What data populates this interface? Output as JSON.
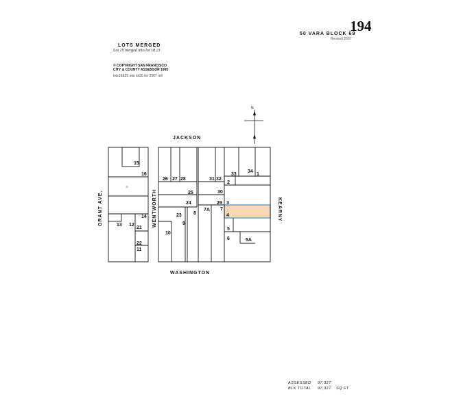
{
  "header": {
    "block_number": "194",
    "vara_block": "50  VARA  BLOCK  69",
    "revised": "Revised 2007",
    "lots_merged_title": "LOTS   MERGED",
    "lots_merged_note": "Lot 19 merged into lot 18  23",
    "copyright_line1": "© COPYRIGHT SAN FRANCISCO",
    "copyright_line2": "CITY & COUNTY ASSESSOR 1995",
    "roll_note": "lots19&20 into lot35 for 2007 roll"
  },
  "streets": {
    "north": "JACKSON",
    "south": "WASHINGTON",
    "west": "GRANT AVE.",
    "middle": "WENTWORTH",
    "east": "KEARNY"
  },
  "compass": {
    "north_label": "N",
    "icon": "north-arrow-icon"
  },
  "lots": [
    "15",
    "16",
    "35",
    "14",
    "13",
    "12",
    "21",
    "22",
    "11",
    "26",
    "27",
    "28",
    "25",
    "24",
    "23",
    "8",
    "9",
    "10",
    "31",
    "32",
    "30",
    "29",
    "7A",
    "7",
    "33",
    "34",
    "1",
    "2",
    "3",
    "4",
    "5",
    "5A",
    "6"
  ],
  "selected_lot": "4",
  "colors": {
    "selected_fill": "#f8d8b4",
    "selected_border": "#3d8fd6",
    "lines": "#111111"
  },
  "footer": {
    "assessed_label": "ASSESSED",
    "assessed_value": "97,327",
    "blk_total_label": "BLK TOTAL",
    "blk_total_value": "97,327",
    "unit": "SQ FT"
  }
}
